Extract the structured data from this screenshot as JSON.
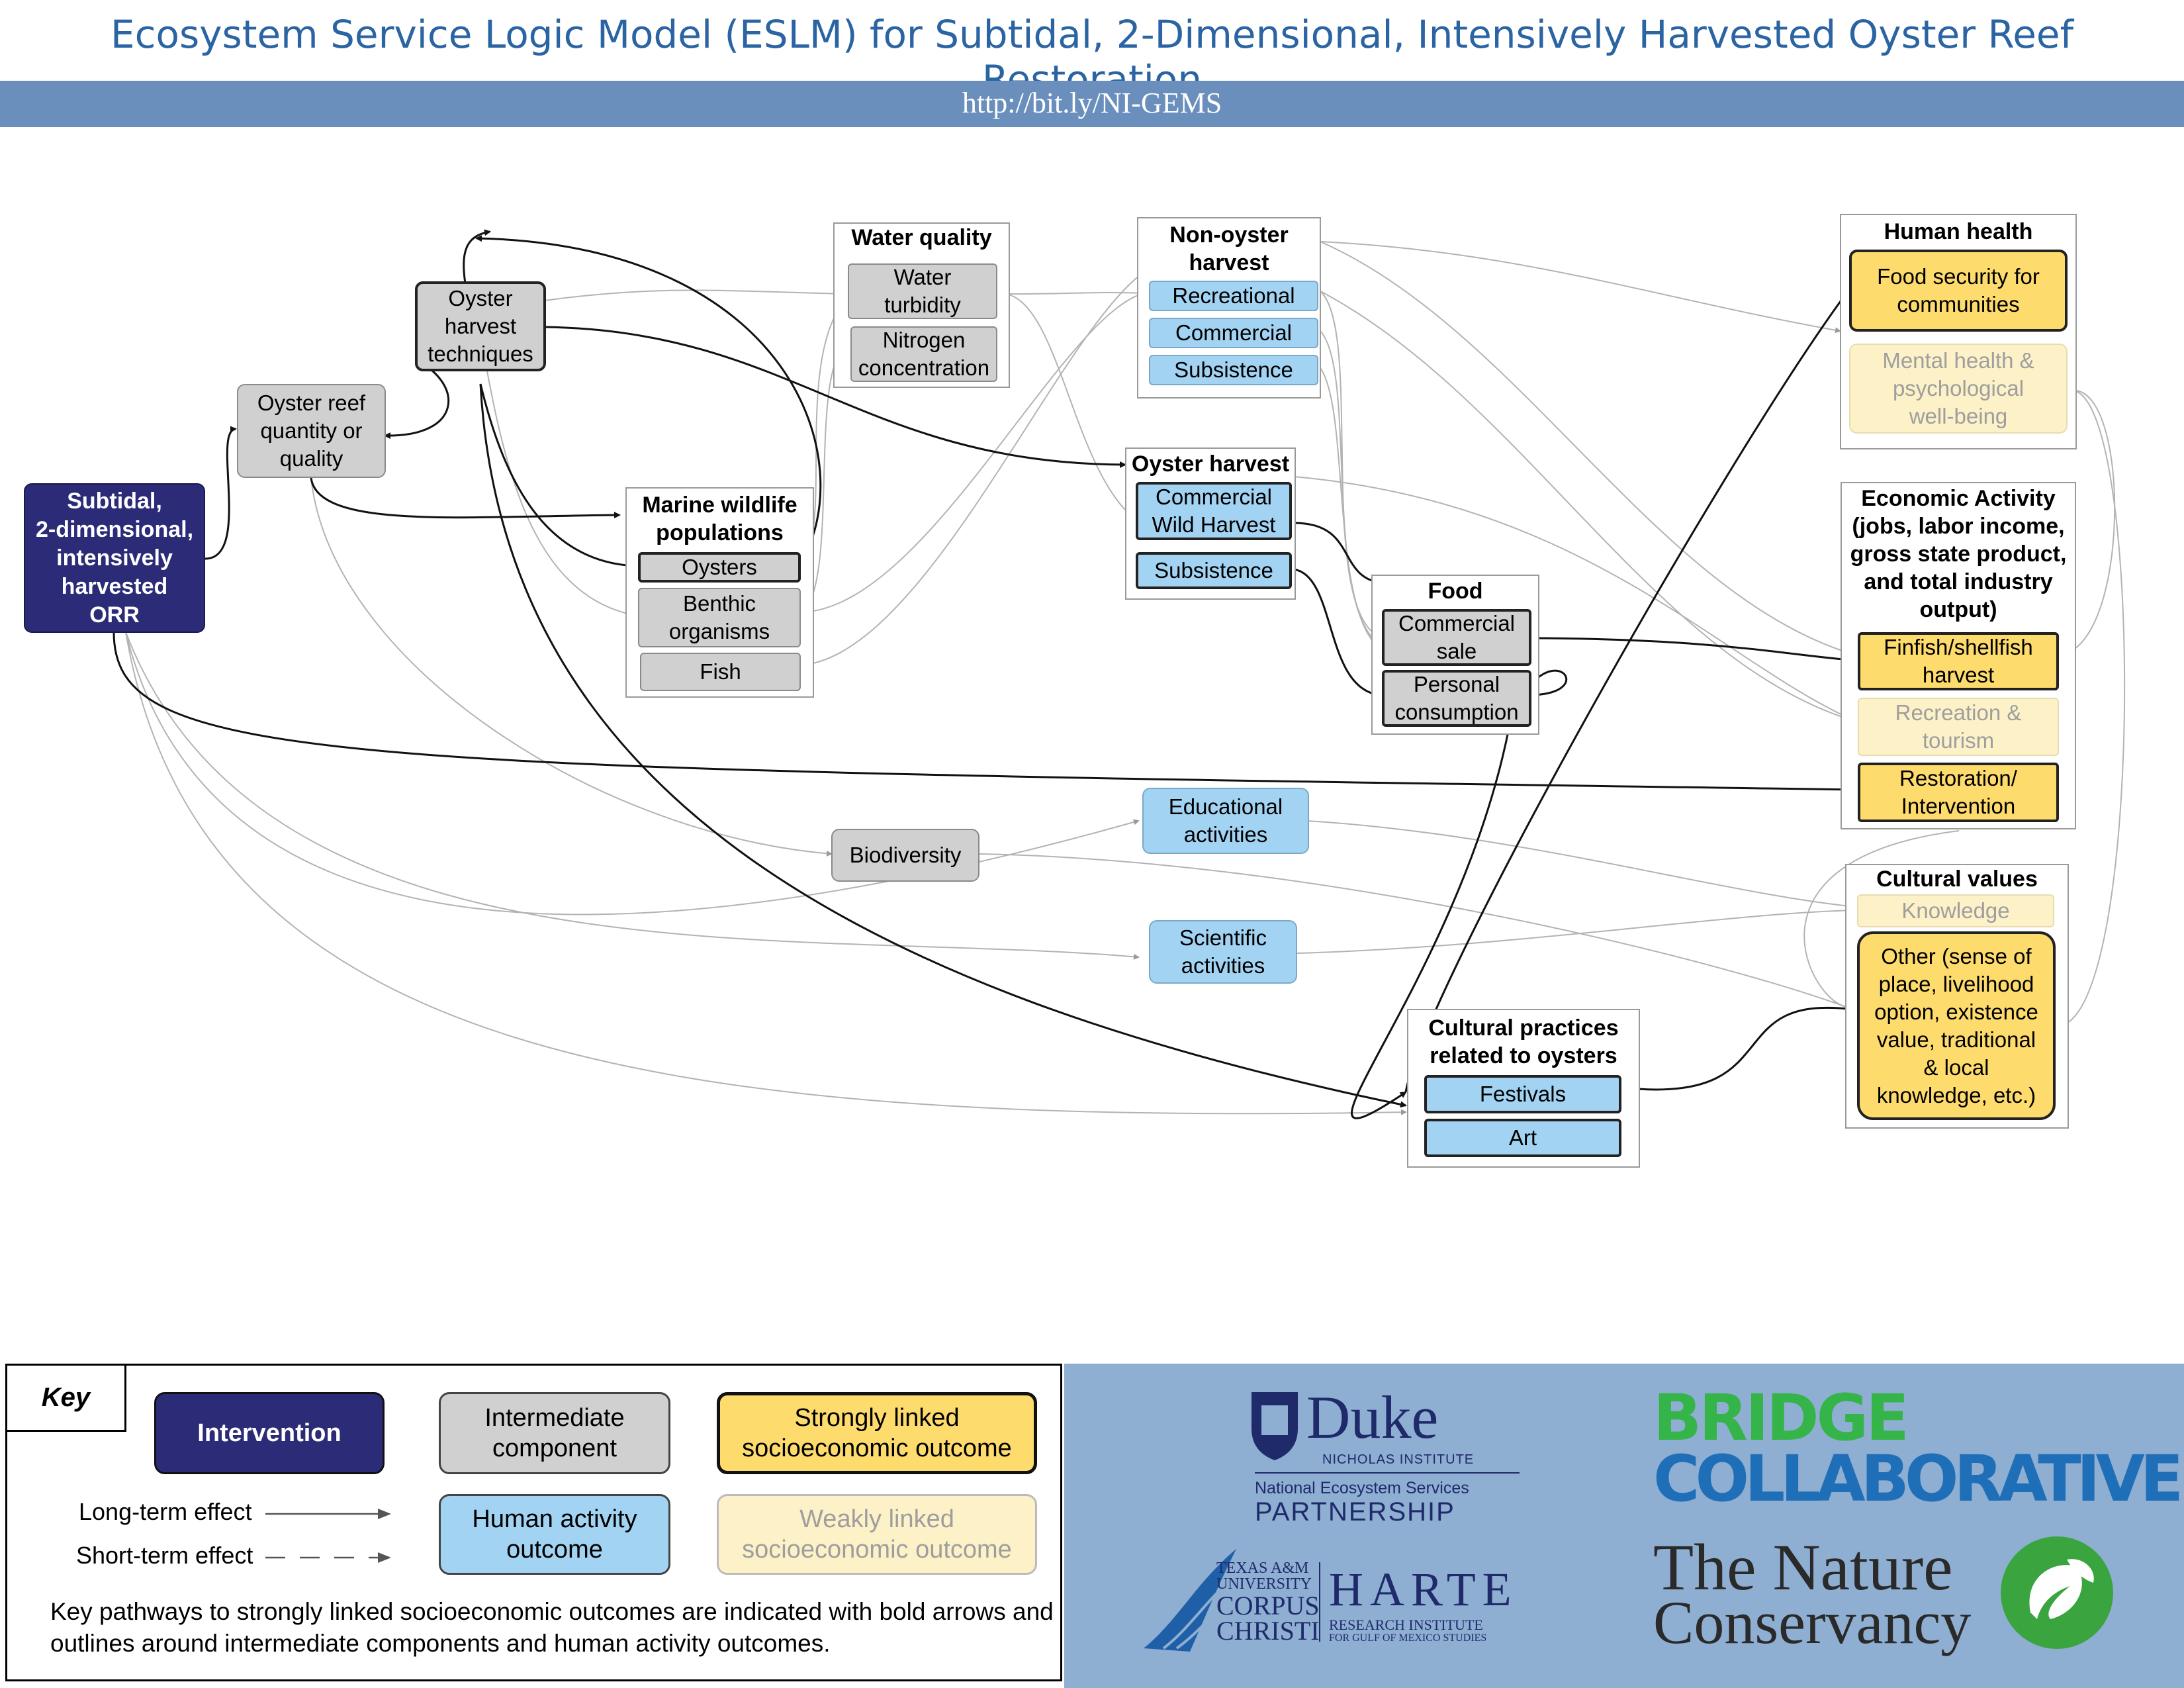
{
  "header": {
    "title": "Ecosystem Service Logic Model (ESLM) for Subtidal, 2-Dimensional, Intensively Harvested Oyster Reef Restoration",
    "url": "http://bit.ly/NI-GEMS"
  },
  "colors": {
    "title": "#2b64a3",
    "url_bar": "#6a8fbd",
    "intervention": "#2b2b78",
    "intermediate": "#d0d0d0",
    "human_activity": "#a3d3f2",
    "strong_outcome": "#fddb6d",
    "weak_outcome": "#fdf1c8",
    "logo_panel": "#8eaed2"
  },
  "nodes": {
    "intervention": "Subtidal,\n2-dimensional,\nintensively\nharvested\nORR",
    "reef_quality": "Oyster reef\nquantity or\nquality",
    "harvest_techniques": "Oyster\nharvest\ntechniques",
    "biodiversity": "Biodiversity",
    "educational": "Educational\nactivities",
    "scientific": "Scientific\nactivities"
  },
  "groups": {
    "water_quality": {
      "title": "Water quality",
      "items": [
        "Water\nturbidity",
        "Nitrogen\nconcentration"
      ]
    },
    "marine_wildlife": {
      "title": "Marine wildlife\npopulations",
      "items": [
        "Oysters",
        "Benthic\norganisms",
        "Fish"
      ]
    },
    "non_oyster_harvest": {
      "title": "Non-oyster\nharvest",
      "items": [
        "Recreational",
        "Commercial",
        "Subsistence"
      ]
    },
    "oyster_harvest": {
      "title": "Oyster harvest",
      "items": [
        "Commercial\nWild Harvest",
        "Subsistence"
      ]
    },
    "food": {
      "title": "Food",
      "items": [
        "Commercial\nsale",
        "Personal\nconsumption"
      ]
    },
    "cultural_practices": {
      "title": "Cultural practices\nrelated to oysters",
      "items": [
        "Festivals",
        "Art"
      ]
    },
    "human_health": {
      "title": "Human health",
      "items": [
        "Food security for\ncommunities",
        "Mental health &\npsychological\nwell-being"
      ]
    },
    "economic_activity": {
      "title": "Economic Activity\n(jobs, labor income,\ngross state product,\nand total industry\noutput)",
      "items": [
        "Finfish/shellfish\nharvest",
        "Recreation &\ntourism",
        "Restoration/\nIntervention"
      ]
    },
    "cultural_values": {
      "title": "Cultural values",
      "items": [
        "Knowledge",
        "Other (sense of\nplace, livelihood\noption, existence\nvalue, traditional\n& local\nknowledge, etc.)"
      ]
    }
  },
  "key": {
    "label": "Key",
    "intervention": "Intervention",
    "intermediate": "Intermediate\ncomponent",
    "strong": "Strongly linked\nsocioeconomic outcome",
    "human": "Human activity\noutcome",
    "weak": "Weakly linked\nsocioeconomic outcome",
    "long_term": "Long-term effect",
    "short_term": "Short-term effect",
    "note": "Key pathways to strongly linked socioeconomic outcomes are indicated with bold arrows and outlines around intermediate components and human activity outcomes."
  },
  "logos": {
    "duke_name": "Duke",
    "duke_sub": "NICHOLAS INSTITUTE",
    "nesp_line1": "National Ecosystem Services",
    "nesp_line2": "PARTNERSHIP",
    "tamu_line1": "TEXAS A&M",
    "tamu_line2": "UNIVERSITY",
    "tamu_line3": "CORPUS",
    "tamu_line4": "CHRISTI",
    "harte_name": "HARTE",
    "harte_sub1": "RESEARCH INSTITUTE",
    "harte_sub2": "FOR GULF OF MEXICO STUDIES",
    "bridge_line1": "BRIDGE",
    "bridge_line2": "COLLABORATIVE",
    "tnc_line1": "The Nature",
    "tnc_line2": "Conservancy"
  }
}
